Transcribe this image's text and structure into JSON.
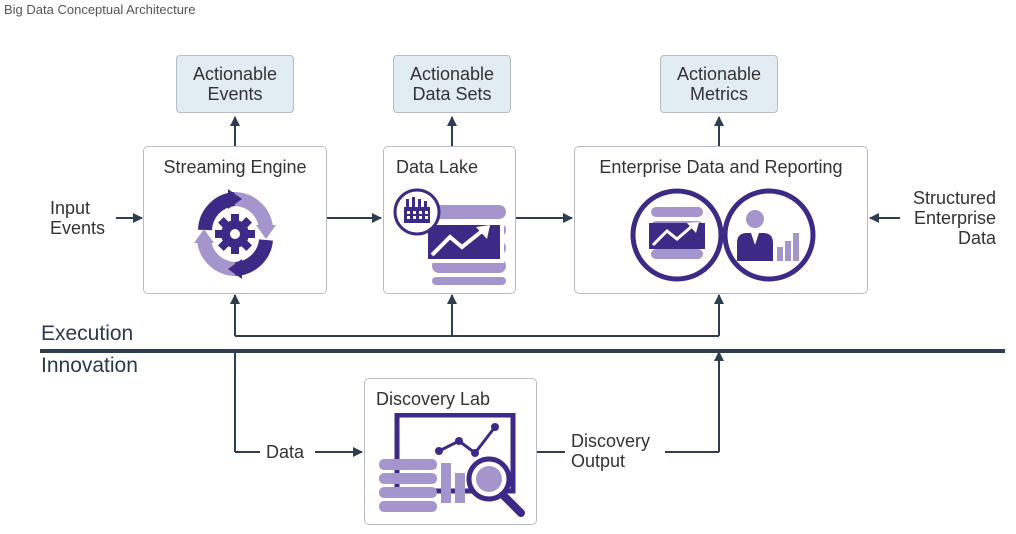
{
  "caption": "Big Data Conceptual Architecture",
  "colors": {
    "line": "#2d3e50",
    "purple_dark": "#3d2a86",
    "purple_light": "#a496cc",
    "output_fill": "#e2ecf3",
    "box_border": "#b7bcc2"
  },
  "outputs": {
    "events": [
      "Actionable",
      "Events"
    ],
    "datasets": [
      "Actionable",
      "Data Sets"
    ],
    "metrics": [
      "Actionable",
      "Metrics"
    ]
  },
  "boxes": {
    "streaming": "Streaming Engine",
    "lake": "Data Lake",
    "enterprise": "Enterprise Data and Reporting",
    "discovery": "Discovery Lab"
  },
  "inputs": {
    "input_events": [
      "Input",
      "Events"
    ],
    "structured": [
      "Structured",
      "Enterprise",
      "Data"
    ]
  },
  "lanes": {
    "execution": "Execution",
    "innovation": "Innovation"
  },
  "labels": {
    "data": "Data",
    "discovery_output": [
      "Discovery",
      "Output"
    ]
  },
  "icons": [
    "cycle-gear-icon",
    "factory-icon",
    "database-chart-icon",
    "business-person-icon",
    "analytics-magnifier-icon"
  ]
}
